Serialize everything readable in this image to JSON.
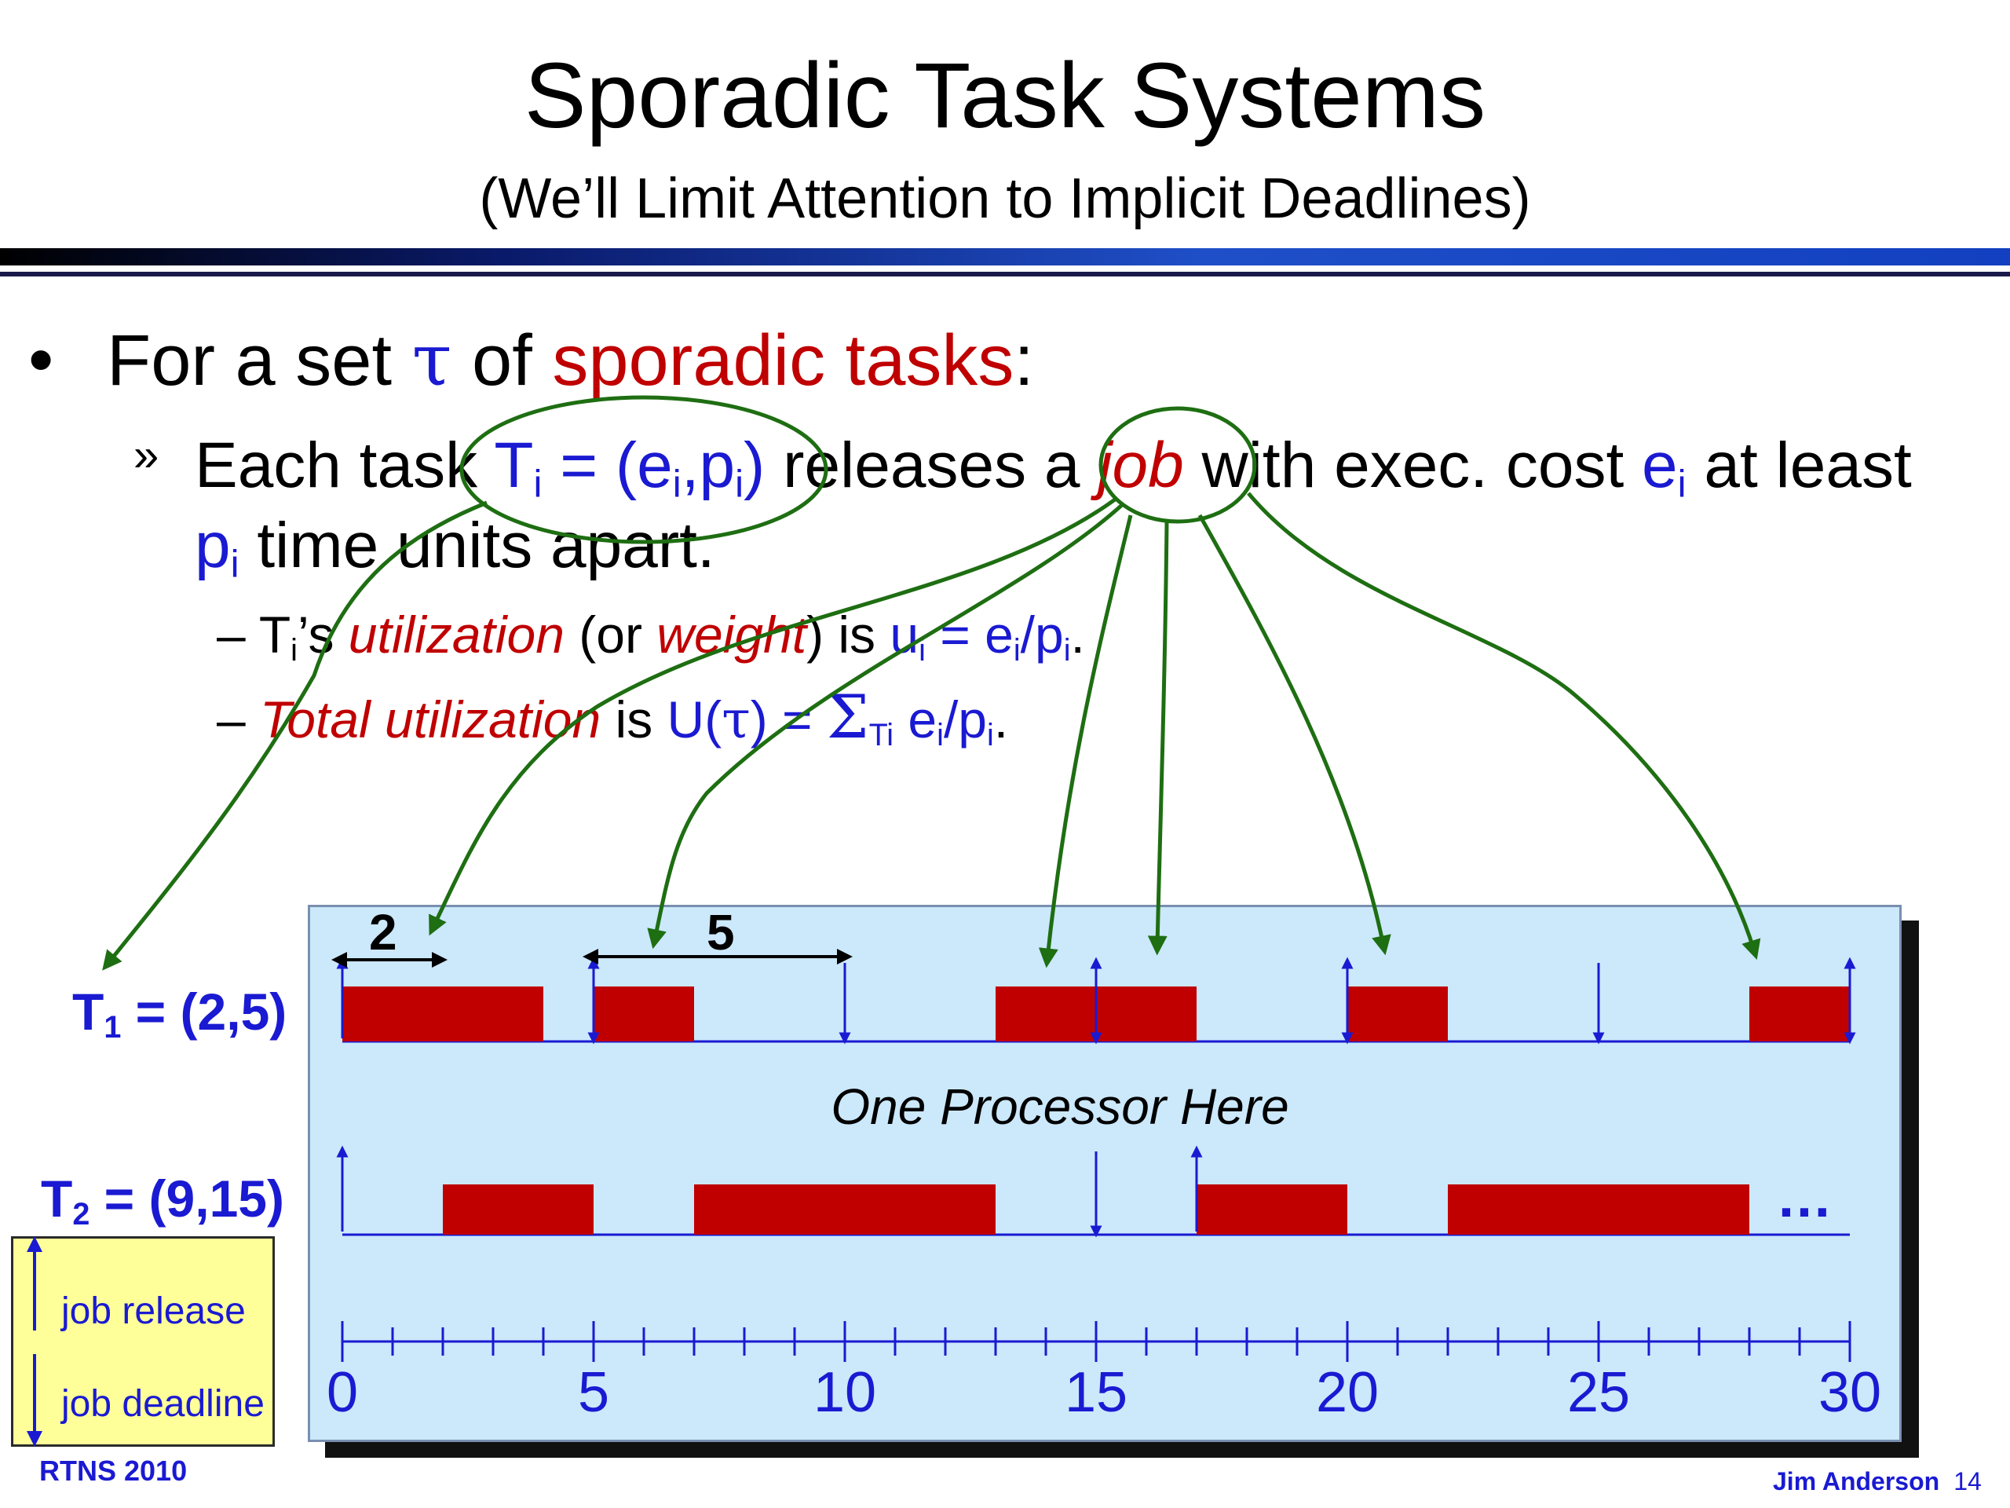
{
  "header": {
    "title": "Sporadic Task Systems",
    "subtitle": "(We’ll Limit Attention to Implicit Deadlines)"
  },
  "bullet": {
    "marker": "•",
    "prefix": "For a set ",
    "tau": "τ",
    "mid": " of ",
    "highlight": "sporadic tasks",
    "suffix": ":"
  },
  "sub_bullet": {
    "marker": "»",
    "t1": "Each task ",
    "T": "T",
    "i1": "i",
    "eq": " = (e",
    "i2": "i",
    "comma": ",p",
    "i3": "i",
    "close": ")",
    "t2": " releases a ",
    "job": "job",
    "t3": " with exec. cost ",
    "e": "e",
    "i4": "i",
    "t4": " at least",
    "p": "p",
    "i5": "i",
    "t5": " time units apart."
  },
  "line_util": {
    "dash": "– T",
    "i": "i",
    "s": "’s ",
    "utilization": "utilization",
    "or": " (or ",
    "weight": "weight",
    "is": ") is ",
    "u": "u",
    "i2": "i",
    "eq": " = e",
    "i3": "i",
    "slash": "/p",
    "i4": "i",
    "dot": "."
  },
  "line_total": {
    "dash": "– ",
    "total": "Total utilization",
    "is": " is ",
    "U": "U(",
    "tau": "τ",
    "close": ") = ",
    "sigma": "Σ",
    "Ti": "Ti",
    "e": " e",
    "i": "i",
    "slash": "/p",
    "i2": "i",
    "dot": "."
  },
  "diagram": {
    "processor_label": "One Processor Here",
    "task1_label": "T",
    "task1_sub": "1",
    "task1_params": " = (2,5)",
    "task2_label": "T",
    "task2_sub": "2",
    "task2_params": " = (9,15)",
    "dim_exec": "2",
    "dim_period": "5",
    "ellipsis": "…",
    "axis": {
      "min": 0,
      "max": 30,
      "tick_step": 1,
      "labels": [
        "0",
        "5",
        "10",
        "15",
        "20",
        "25",
        "30"
      ]
    },
    "task1_jobs": [
      {
        "start": 0,
        "end": 4
      },
      {
        "start": 5,
        "end": 7
      },
      {
        "start": 13,
        "end": 17
      },
      {
        "start": 20,
        "end": 22
      },
      {
        "start": 28,
        "end": 30
      }
    ],
    "task2_jobs": [
      {
        "start": 2,
        "end": 5
      },
      {
        "start": 7,
        "end": 13
      },
      {
        "start": 17,
        "end": 20
      },
      {
        "start": 22,
        "end": 28
      }
    ],
    "task1_releases": [
      0,
      5,
      15,
      20,
      30
    ],
    "task1_deadlines": [
      5,
      10,
      15,
      20,
      25,
      30
    ],
    "task2_releases": [
      0,
      17
    ],
    "task2_deadlines": [
      15
    ],
    "colors": {
      "job": "#c00000",
      "arrow": "#1a1ad2",
      "panel": "#cce8fb",
      "annotation": "#1e6e12"
    }
  },
  "legend": {
    "release": "job release",
    "deadline": "job deadline"
  },
  "footer": {
    "left": "RTNS 2010",
    "author": "Jim Anderson",
    "page": "14"
  }
}
